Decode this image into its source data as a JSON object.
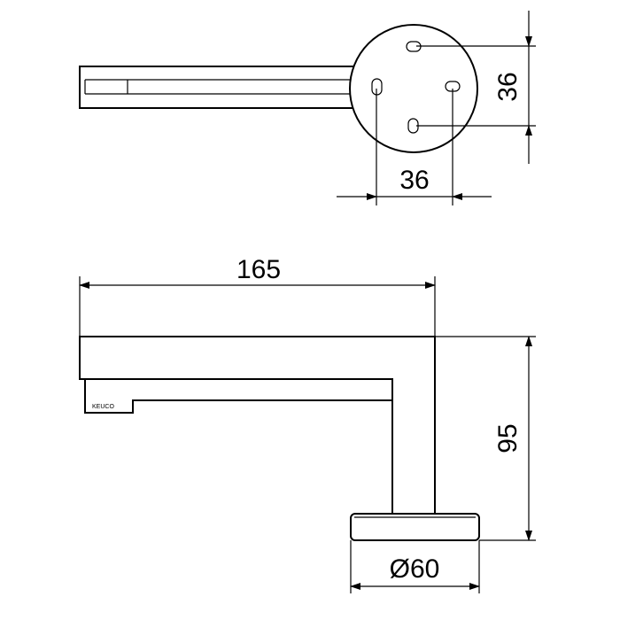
{
  "dimensions": {
    "top_vertical_spacing": "36",
    "top_horizontal_spacing": "36",
    "overall_length": "165",
    "overall_height": "95",
    "base_diameter": "Ø60"
  },
  "brand_mark": "KEUCO"
}
